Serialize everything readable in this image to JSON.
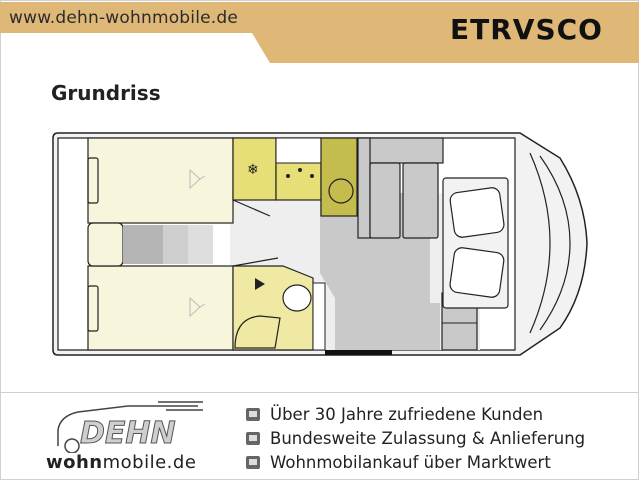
{
  "header": {
    "url": "www.dehn-wohnmobile.de",
    "brand": "ETRVSCO",
    "banner_color": "#dfb878"
  },
  "section": {
    "title": "Grundriss"
  },
  "floorplan": {
    "colors": {
      "bed": "#f7f5dc",
      "kitchen": "#e6df78",
      "sink": "#c4bd4e",
      "bath": "#efe9a4",
      "floor": "#eeeeee",
      "seating": "#c9c9c9",
      "cab": "#f2f2f2",
      "outline": "#222222"
    },
    "icons": [
      "fridge-icon",
      "stove-icon",
      "sink-icon",
      "shower-icon",
      "toilet-icon",
      "washbasin-icon",
      "hanger-icon",
      "driver-seat-icon",
      "passenger-seat-icon"
    ]
  },
  "footer": {
    "logo_main": "DEHN",
    "logo_sub_bold": "wohn",
    "logo_sub_rest": "mobile.de",
    "items": [
      {
        "icon": "certificate-icon",
        "text": "Über 30 Jahre zufriedene Kunden"
      },
      {
        "icon": "delivery-icon",
        "text": "Bundesweite Zulassung & Anlieferung"
      },
      {
        "icon": "document-icon",
        "text": "Wohnmobilankauf über Marktwert"
      }
    ]
  }
}
